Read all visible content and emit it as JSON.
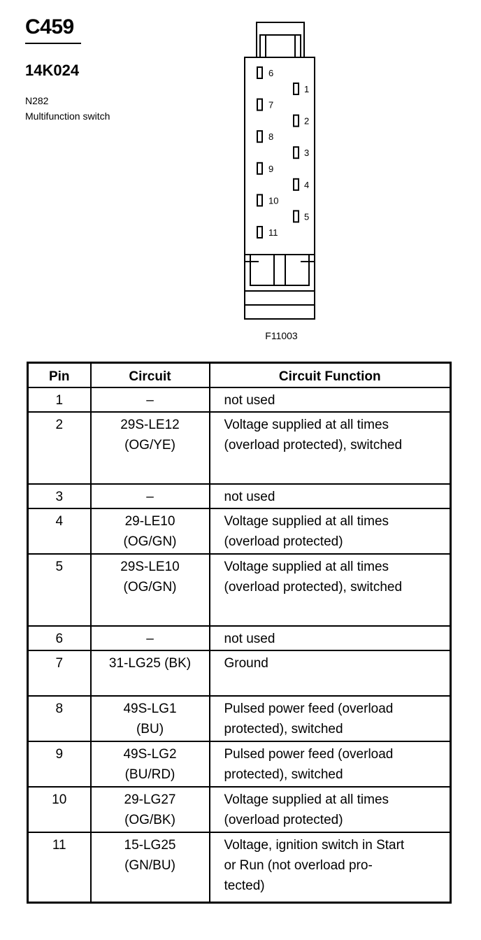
{
  "header": {
    "connector_id": "C459",
    "part_number": "14K024",
    "ref_code": "N282",
    "description": "Multifunction switch"
  },
  "diagram": {
    "figure_id": "F11003",
    "left_pins": [
      "6",
      "7",
      "8",
      "9",
      "10",
      "11"
    ],
    "right_pins": [
      "1",
      "2",
      "3",
      "4",
      "5"
    ]
  },
  "table": {
    "headers": [
      "Pin",
      "Circuit",
      "Circuit Function"
    ],
    "rows": [
      {
        "pin": "1",
        "circuit": "–",
        "function": "not used"
      },
      {
        "pin": "2",
        "circuit": "29S-LE12\n(OG/YE)",
        "function": "Voltage supplied at all times\n(overload protected), switched"
      },
      {
        "pin": "3",
        "circuit": "–",
        "function": "not used"
      },
      {
        "pin": "4",
        "circuit": "29-LE10\n(OG/GN)",
        "function": "Voltage supplied at all times\n(overload protected)"
      },
      {
        "pin": "5",
        "circuit": "29S-LE10\n(OG/GN)",
        "function": "Voltage supplied at all times\n(overload protected), switched"
      },
      {
        "pin": "6",
        "circuit": "–",
        "function": "not used"
      },
      {
        "pin": "7",
        "circuit": "31-LG25 (BK)",
        "function": "Ground"
      },
      {
        "pin": "8",
        "circuit": "49S-LG1\n(BU)",
        "function": "Pulsed power feed (overload\nprotected), switched"
      },
      {
        "pin": "9",
        "circuit": "49S-LG2\n(BU/RD)",
        "function": "Pulsed power feed (overload\nprotected), switched"
      },
      {
        "pin": "10",
        "circuit": "29-LG27\n(OG/BK)",
        "function": "Voltage supplied at all times\n(overload protected)"
      },
      {
        "pin": "11",
        "circuit": "15-LG25\n(GN/BU)",
        "function": "Voltage, ignition switch in Start\nor Run (not overload pro-\ntected)"
      }
    ]
  }
}
